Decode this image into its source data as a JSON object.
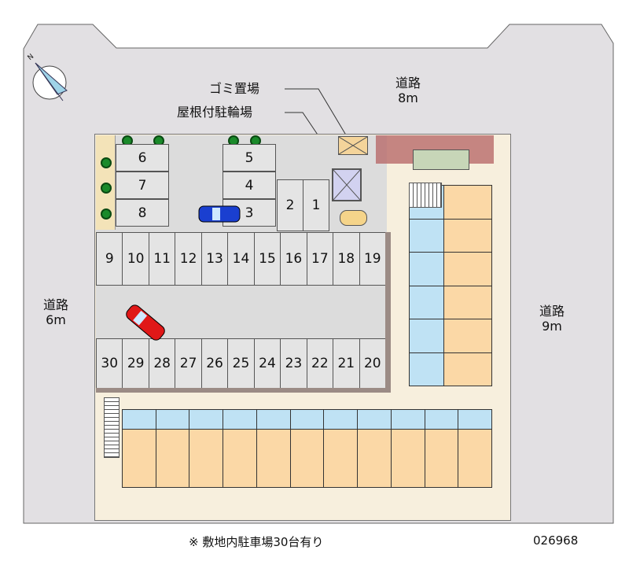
{
  "labels": {
    "garbage": "ゴミ置場",
    "bicycle": "屋根付駐輪場",
    "road_north_name": "道路",
    "road_north_width": "8m",
    "road_west_name": "道路",
    "road_west_width": "6m",
    "road_east_name": "道路",
    "road_east_width": "9m",
    "compass_n": "N"
  },
  "parking": {
    "left_column": [
      "6",
      "7",
      "8"
    ],
    "middle_column": [
      "5",
      "4",
      "3"
    ],
    "short_pair": [
      "2",
      "1"
    ],
    "upper_row": [
      "9",
      "10",
      "11",
      "12",
      "13",
      "14",
      "15",
      "16",
      "17",
      "18",
      "19"
    ],
    "lower_row": [
      "30",
      "29",
      "28",
      "27",
      "26",
      "25",
      "24",
      "23",
      "22",
      "21",
      "20"
    ]
  },
  "buildings": {
    "east_units": 6,
    "south_units": 11
  },
  "footer": {
    "note": "※ 敷地内駐車場30台有り",
    "code": "026968"
  },
  "colors": {
    "road": "#e2e0e3",
    "lot": "#dcdcdc",
    "site": "#f7efdd",
    "wet": "#bfe2f4",
    "room": "#fbd8a6",
    "car_blue": "#1a3fd0",
    "car_red": "#e01818"
  }
}
